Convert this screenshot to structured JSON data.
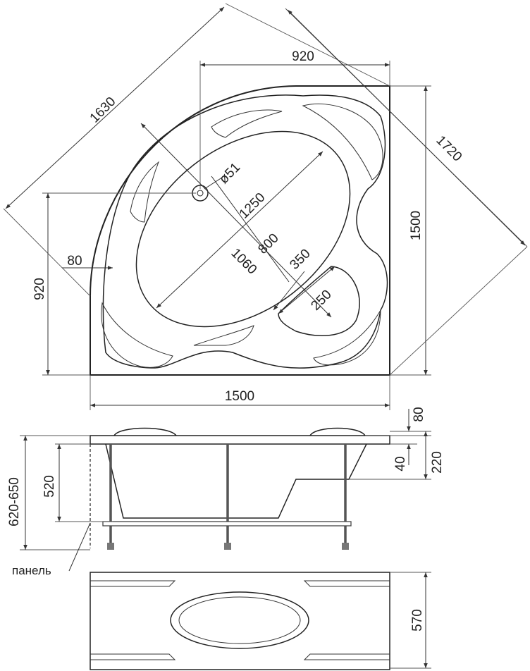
{
  "top_view": {
    "dimensions": {
      "diag_outer": "1630",
      "diag_right": "1720",
      "top_920": "920",
      "right_1500": "1500",
      "bottom_1500": "1500",
      "left_920": "920",
      "drain": "ø51",
      "bowl_1250": "1250",
      "bowl_800": "800",
      "bowl_1060": "1060",
      "rim_80": "80",
      "seat_350": "350",
      "seat_250": "250"
    }
  },
  "side_view": {
    "dimensions": {
      "height_total": "620-650",
      "height_520": "520",
      "rim_80": "80",
      "depth_40": "40",
      "height_220": "220"
    },
    "panel_label": "панель"
  },
  "panel_view": {
    "dimensions": {
      "width_570": "570"
    }
  }
}
